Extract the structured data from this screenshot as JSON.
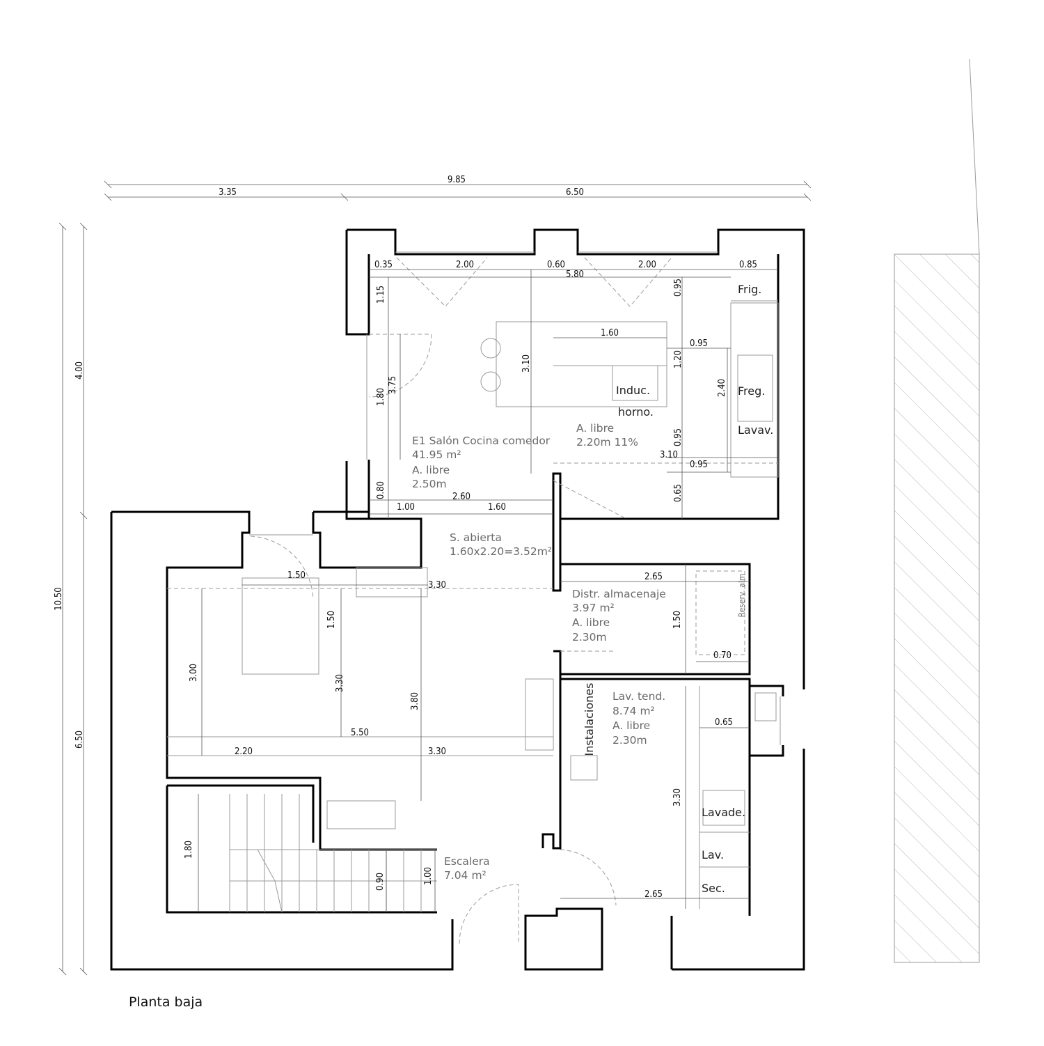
{
  "caption": "Planta baja",
  "overall_dims": {
    "width_total": "9.85",
    "width_left": "3.35",
    "width_right": "6.50",
    "height_total": "10.50",
    "height_upper": "4.00",
    "height_lower": "6.50"
  },
  "rooms": {
    "salon": {
      "name": "E1 Salón Cocina comedor",
      "area": "41.95 m²",
      "free_label": "A. libre",
      "free_value": "2.50m"
    },
    "kitchen_free": {
      "free_label": "A. libre",
      "free_value": "2.20m 11%"
    },
    "open_space": {
      "name": "S. abierta",
      "value": "1.60x2.20=3.52m²"
    },
    "distr": {
      "name": "Distr. almacenaje",
      "area": "3.97 m²",
      "free_label": "A. libre",
      "free_value": "2.30m"
    },
    "lav": {
      "name": "Lav. tend.",
      "area": "8.74 m²",
      "free_label": "A. libre",
      "free_value": "2.30m"
    },
    "stairs": {
      "name": "Escalera",
      "area": "7.04 m²"
    }
  },
  "fixtures": {
    "fridge": "Frig.",
    "induction": "Induc.",
    "oven": "horno.",
    "sink": "Freg.",
    "dishwasher": "Lavav.",
    "washer": "Lavade.",
    "basin": "Lav.",
    "dryer": "Sec.",
    "installations": "Instalaciones",
    "reserve": "Reserv. alm"
  },
  "dims": {
    "top_035": "0.35",
    "top_200a": "2.00",
    "top_060": "0.60",
    "top_200b": "2.00",
    "top_085": "0.85",
    "top_580": "5.80",
    "v_115": "1.15",
    "v_375": "3.75",
    "v_180a": "1.80",
    "v_310a": "3.10",
    "d_160a": "1.60",
    "v_120": "1.20",
    "d_095a": "0.95",
    "v_240": "2.40",
    "v_095a": "0.95",
    "v_095b": "0.95",
    "d_310b": "3.10",
    "d_095b": "0.95",
    "v_065a": "0.65",
    "v_080": "0.80",
    "d_260": "2.60",
    "d_100a": "1.00",
    "d_160b": "1.60",
    "d_150a": "1.50",
    "d_330a": "3.30",
    "d_265a": "2.65",
    "v_150a": "1.50",
    "v_150b": "1.50",
    "d_070": "0.70",
    "v_300": "3.00",
    "v_330a": "3.30",
    "v_380": "3.80",
    "d_550": "5.50",
    "d_220": "2.20",
    "d_330b": "3.30",
    "d_065b": "0.65",
    "v_330b": "3.30",
    "v_180b": "1.80",
    "v_090": "0.90",
    "v_100b": "1.00",
    "d_265b": "2.65"
  }
}
